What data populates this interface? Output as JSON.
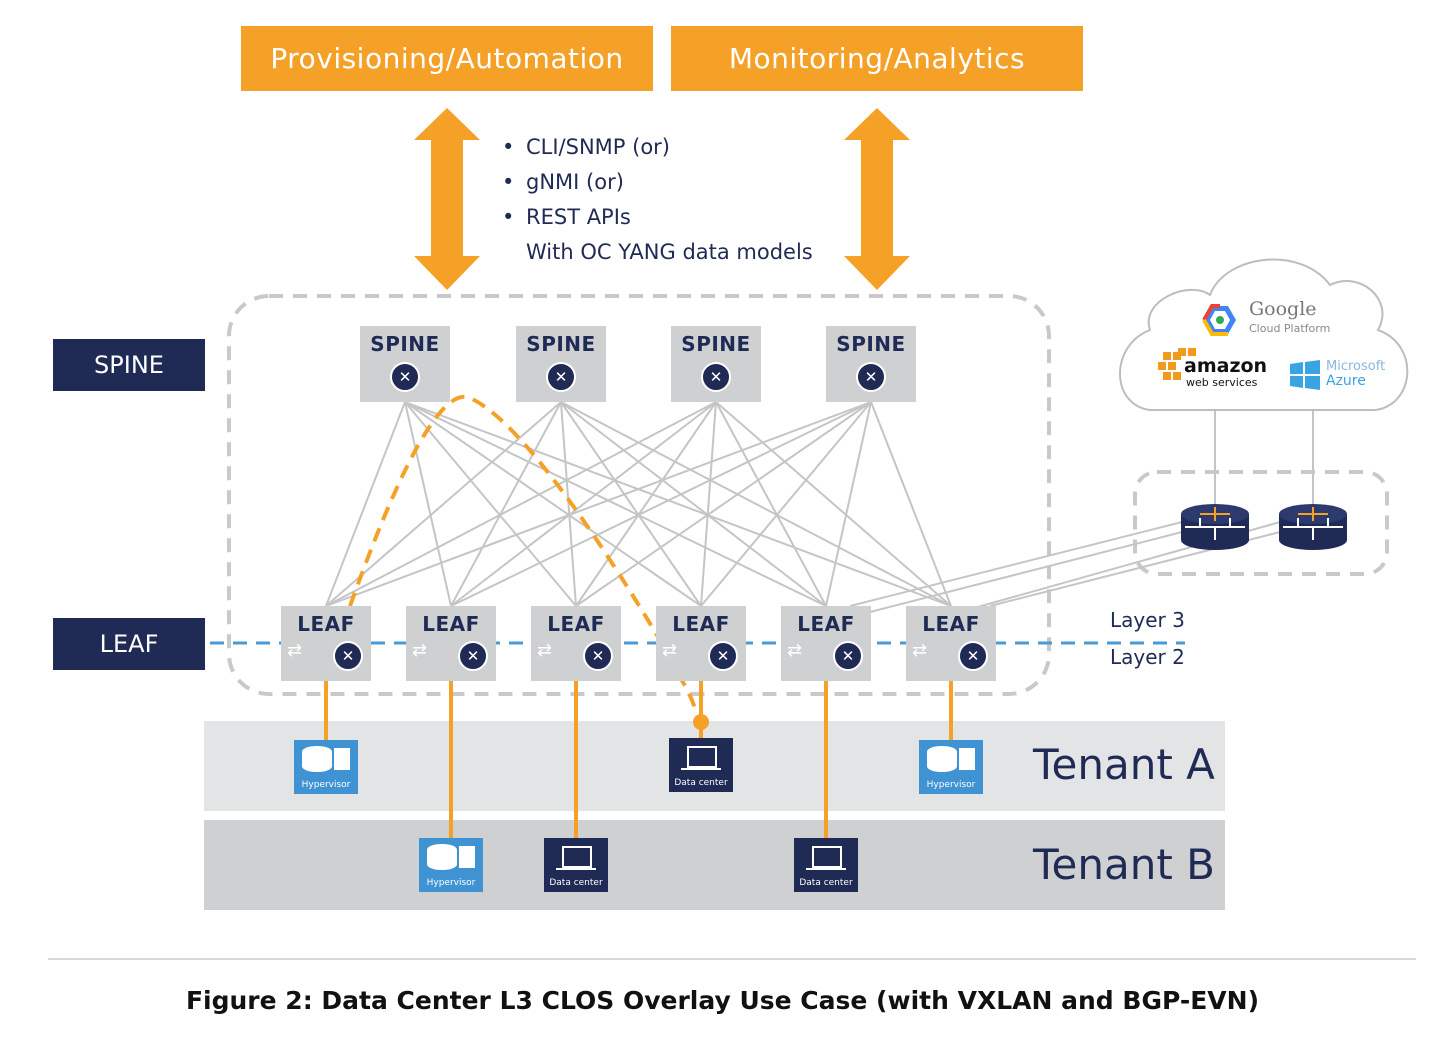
{
  "top_boxes": {
    "provisioning": "Provisioning/Automation",
    "monitoring": "Monitoring/Analytics"
  },
  "protocols": {
    "items": [
      "CLI/SNMP (or)",
      "gNMI (or)",
      "REST APIs"
    ],
    "note": "With OC YANG data models"
  },
  "side_labels": {
    "spine": "SPINE",
    "leaf": "LEAF"
  },
  "spines": [
    "SPINE",
    "SPINE",
    "SPINE",
    "SPINE"
  ],
  "leaves": [
    "LEAF",
    "LEAF",
    "LEAF",
    "LEAF",
    "LEAF",
    "LEAF"
  ],
  "layers": {
    "layer3": "Layer 3",
    "layer2": "Layer 2"
  },
  "tenants": {
    "a": "Tenant A",
    "b": "Tenant B"
  },
  "devices": {
    "hypervisor": "Hypervisor",
    "datacenter": "Data center"
  },
  "cloud": {
    "google": "Google",
    "google_sub": "Cloud Platform",
    "amazon": "amazon",
    "amazon_sub": "web services",
    "microsoft": "Microsoft",
    "azure": "Azure"
  },
  "caption": "Figure 2: Data Center L3 CLOS Overlay Use Case (with VXLAN and BGP-EVN)",
  "colors": {
    "orange": "#f5a027",
    "navy": "#1f2a55",
    "gray": "#cfd0d2",
    "blue": "#3f93d3"
  }
}
